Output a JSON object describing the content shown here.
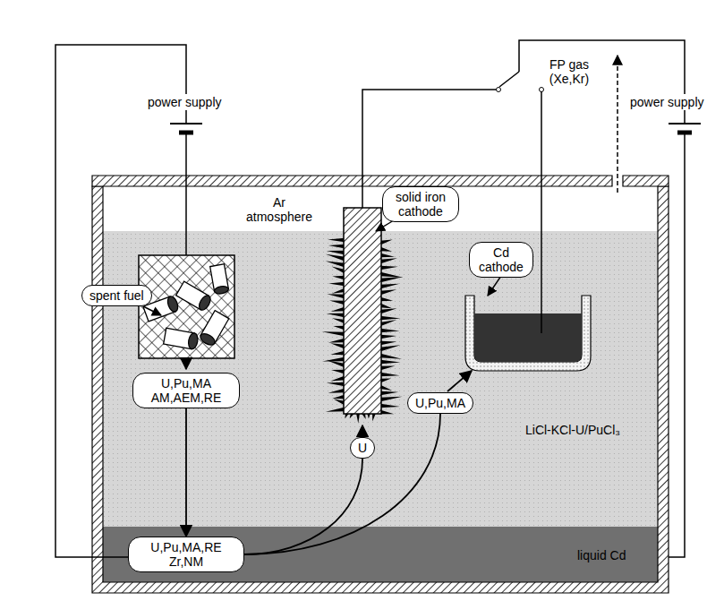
{
  "diagram": {
    "nodes": [
      {
        "text": [
          "spent fuel"
        ]
      },
      {
        "text": [
          "solid iron cathode"
        ]
      },
      {
        "text": [
          "Cd cathode"
        ]
      },
      {
        "text": [
          "U,Pu,MA AM,AEM,RE"
        ]
      },
      {
        "text": [
          "U,Pu,MA,RE Zr,NM"
        ]
      },
      {
        "text": [
          "U"
        ]
      },
      {
        "text": [
          "U,Pu,MA"
        ]
      }
    ],
    "edges": [
      {
        "from": 3,
        "to": 4,
        "arrow": "to"
      },
      {
        "from": 4,
        "to": 5,
        "arrow": "none"
      },
      {
        "from": 4,
        "to": 6,
        "arrow": "none"
      }
    ],
    "labels": [
      "power supply",
      "power supply",
      "Ar atmosphere",
      "FP gas (Xe,Kr)",
      "LiCl-KCl-U/PuCl₃",
      "liquid Cd"
    ]
  }
}
